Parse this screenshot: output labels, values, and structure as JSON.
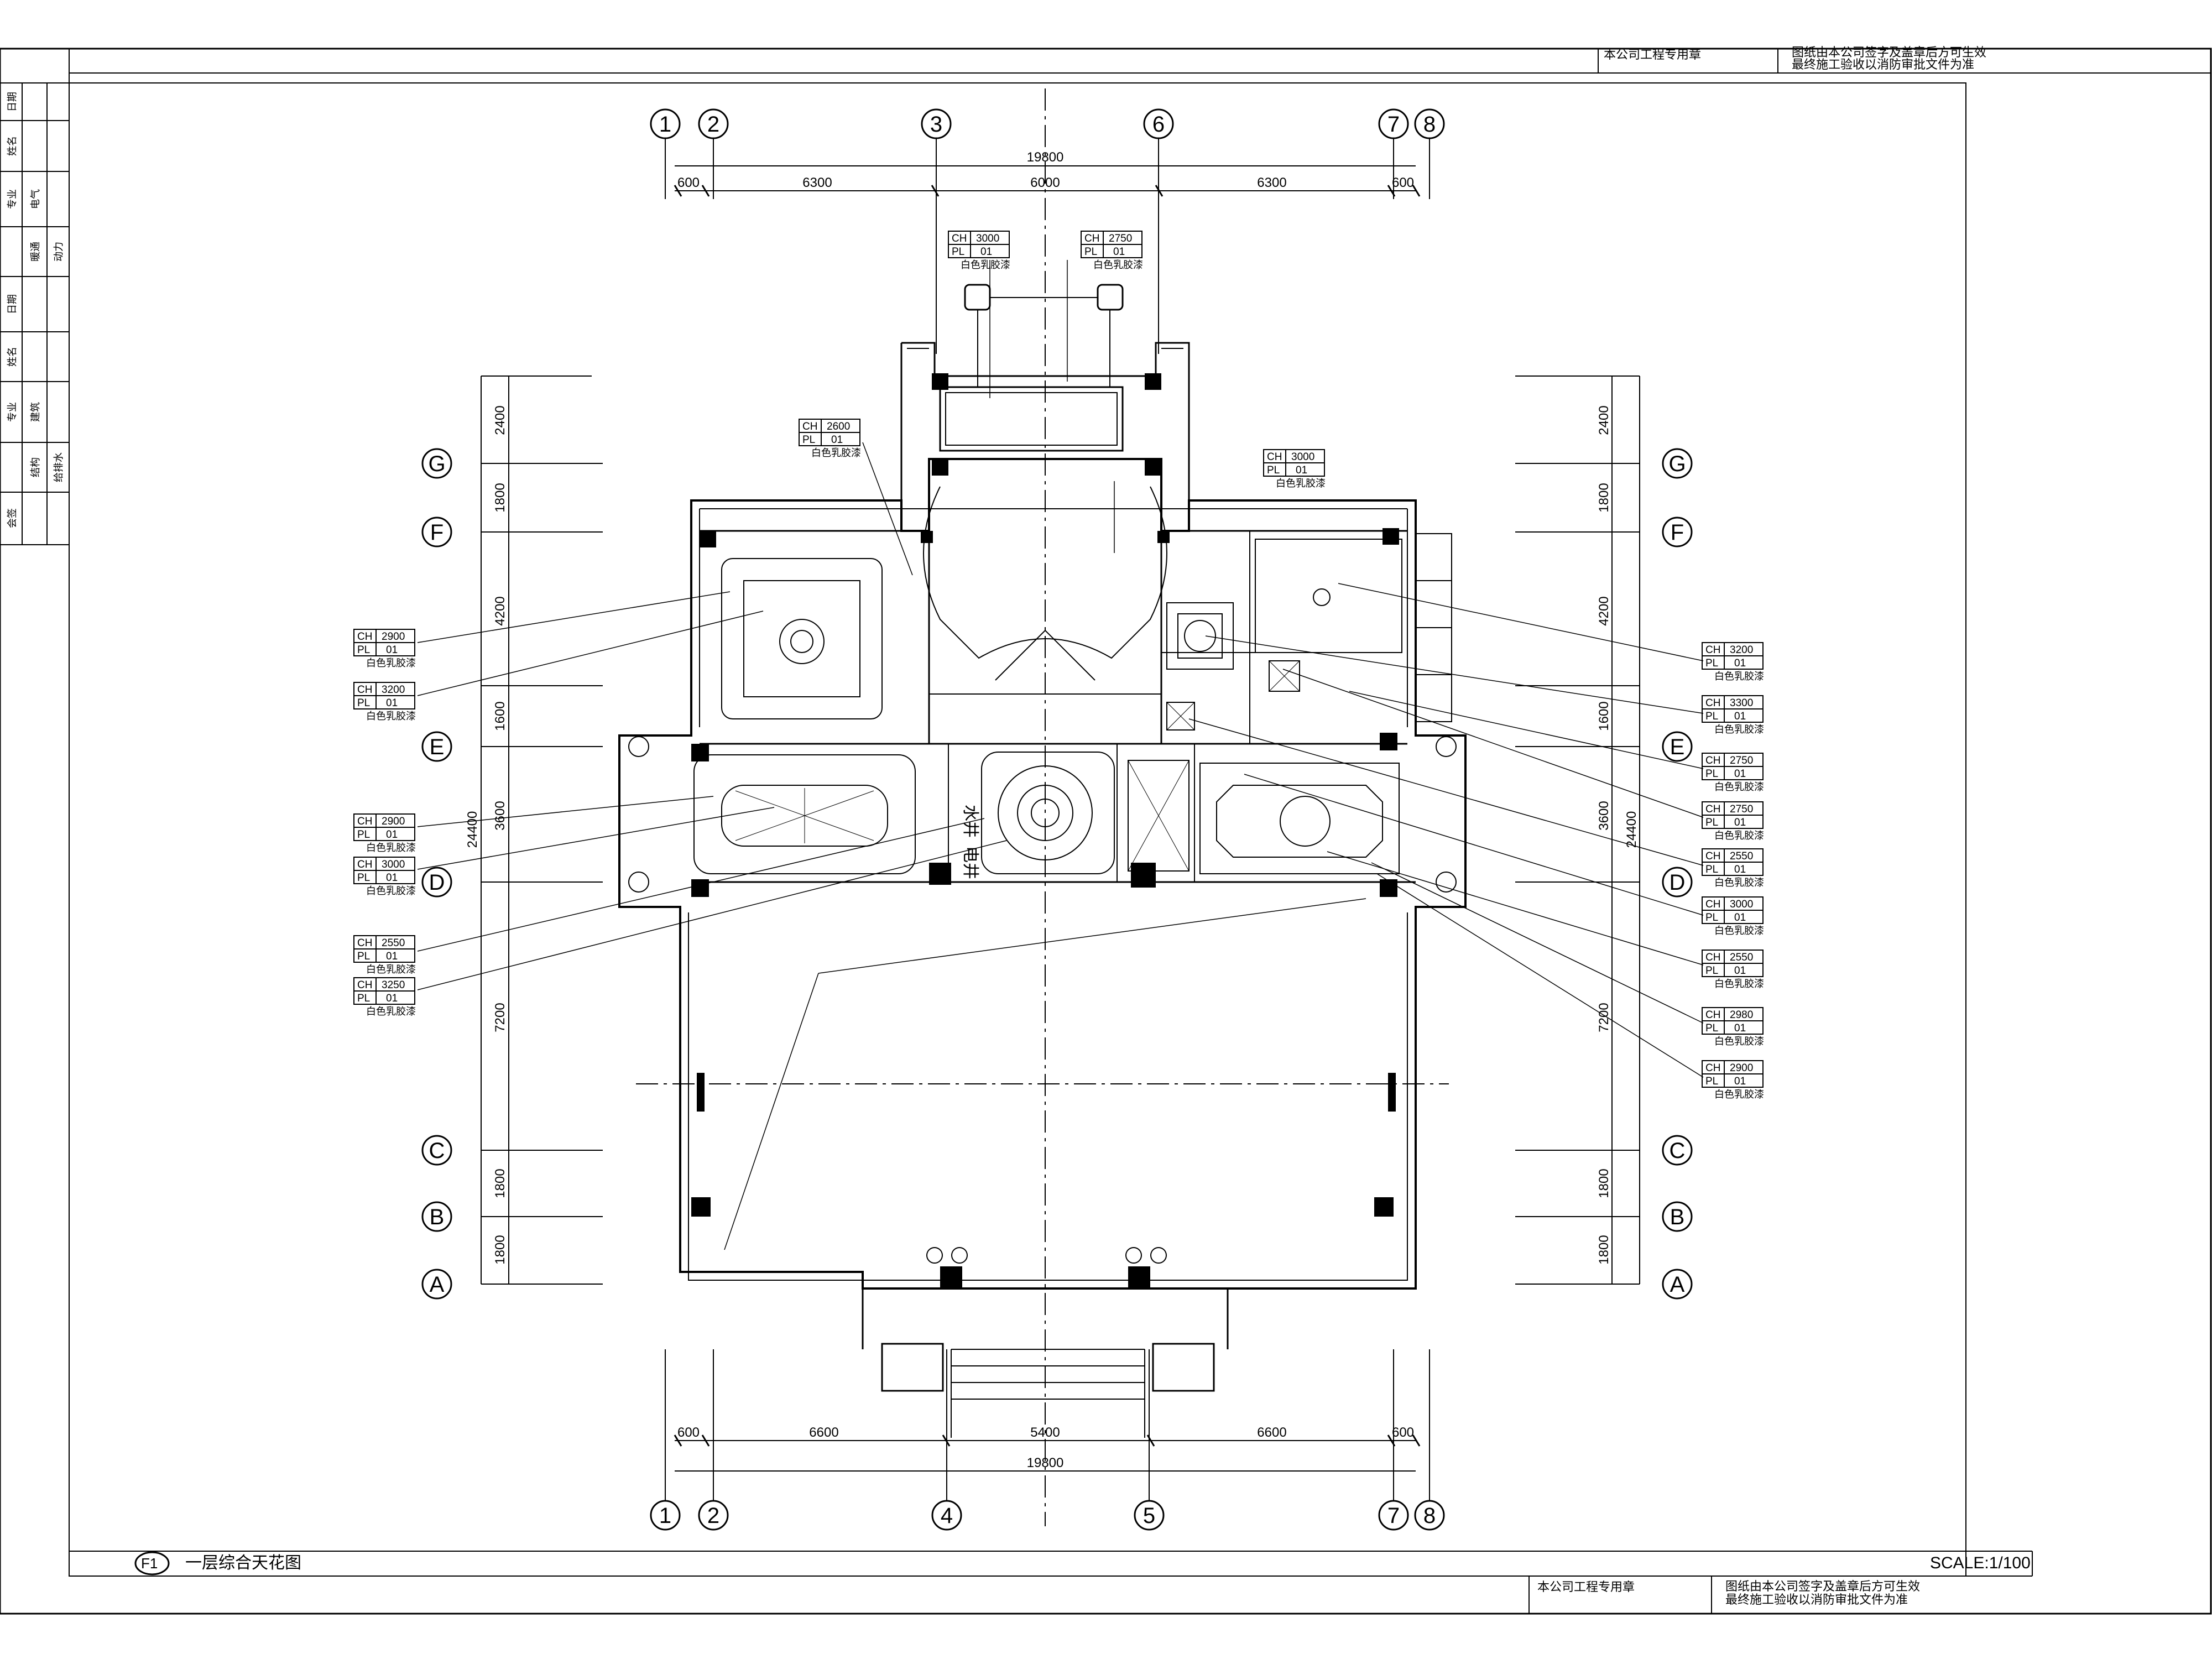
{
  "title_block": {
    "stamp_label": "本公司工程专用章",
    "note_line1": "图纸由本公司签字及盖章后方可生效",
    "note_line2": "最终施工验收以消防审批文件为准"
  },
  "side_table": {
    "cells": [
      "日期",
      "姓名",
      "专业",
      "电气",
      "暖通",
      "动力",
      "日期",
      "姓名",
      "专业",
      "建筑",
      "结构",
      "给排水",
      "会签"
    ]
  },
  "drawing": {
    "code": "F1",
    "name": "一层综合天花图",
    "scale": "SCALE:1/100"
  },
  "grid": {
    "top_axes": [
      "1",
      "2",
      "3",
      "6",
      "7",
      "8"
    ],
    "bottom_axes": [
      "1",
      "2",
      "4",
      "5",
      "7",
      "8"
    ],
    "row_axes": [
      "G",
      "F",
      "E",
      "D",
      "C",
      "B",
      "A"
    ]
  },
  "dimensions": {
    "top_total": "19800",
    "top_parts": [
      "600",
      "6300",
      "6000",
      "6300",
      "600"
    ],
    "bottom_total": "19800",
    "bottom_parts": [
      "600",
      "6600",
      "5400",
      "6600",
      "600"
    ],
    "side_total": "24400",
    "side_parts": [
      "2400",
      "1800",
      "4200",
      "1600",
      "3600",
      "7200",
      "1800",
      "1800"
    ]
  },
  "room_labels": {
    "water_shaft": "水井",
    "electric_shaft": "电井"
  },
  "tag_keys": {
    "ch": "CH",
    "pl": "PL"
  },
  "ceiling_tags": [
    {
      "ch": "3000",
      "pl": "01",
      "note": "白色乳胶漆"
    },
    {
      "ch": "2750",
      "pl": "01",
      "note": "白色乳胶漆"
    },
    {
      "ch": "2600",
      "pl": "01",
      "note": "白色乳胶漆"
    },
    {
      "ch": "3000",
      "pl": "01",
      "note": "白色乳胶漆"
    },
    {
      "ch": "2900",
      "pl": "01",
      "note": "白色乳胶漆"
    },
    {
      "ch": "3200",
      "pl": "01",
      "note": "白色乳胶漆"
    },
    {
      "ch": "2900",
      "pl": "01",
      "note": "白色乳胶漆"
    },
    {
      "ch": "3000",
      "pl": "01",
      "note": "白色乳胶漆"
    },
    {
      "ch": "2550",
      "pl": "01",
      "note": "白色乳胶漆"
    },
    {
      "ch": "3250",
      "pl": "01",
      "note": "白色乳胶漆"
    },
    {
      "ch": "3200",
      "pl": "01",
      "note": "白色乳胶漆"
    },
    {
      "ch": "3300",
      "pl": "01",
      "note": "白色乳胶漆"
    },
    {
      "ch": "2750",
      "pl": "01",
      "note": "白色乳胶漆"
    },
    {
      "ch": "2750",
      "pl": "01",
      "note": "白色乳胶漆"
    },
    {
      "ch": "2550",
      "pl": "01",
      "note": "白色乳胶漆"
    },
    {
      "ch": "3000",
      "pl": "01",
      "note": "白色乳胶漆"
    },
    {
      "ch": "2550",
      "pl": "01",
      "note": "白色乳胶漆"
    },
    {
      "ch": "2980",
      "pl": "01",
      "note": "白色乳胶漆"
    },
    {
      "ch": "2900",
      "pl": "01",
      "note": "白色乳胶漆"
    }
  ]
}
